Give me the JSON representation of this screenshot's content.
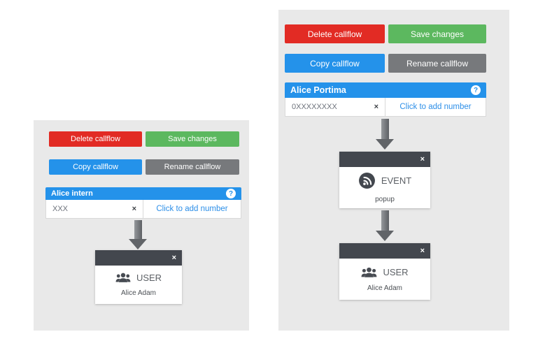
{
  "colors": {
    "button_red": "#e22b24",
    "button_green": "#5cb85f",
    "button_blue": "#2492ea",
    "button_gray": "#77797c",
    "titlebar_blue": "#2492ea",
    "node_header_dark": "#43474e",
    "panel_background": "#e9e9e9",
    "link_blue": "#2d8fe8"
  },
  "glyphs": {
    "help_icon": "?",
    "close_icon": "×",
    "remove_icon": "×"
  },
  "icon_names": {
    "user_node": "users-icon",
    "event_node": "rss-icon"
  },
  "left_panel": {
    "buttons": [
      {
        "label": "Delete callflow"
      },
      {
        "label": "Save changes"
      },
      {
        "label": "Copy callflow"
      },
      {
        "label": "Rename callflow"
      }
    ],
    "title": "Alice intern",
    "number": "XXX",
    "add_number_label": "Click to add number",
    "nodes": [
      {
        "type": "USER",
        "name": "Alice Adam"
      }
    ]
  },
  "right_panel": {
    "buttons": [
      {
        "label": "Delete callflow"
      },
      {
        "label": "Save changes"
      },
      {
        "label": "Copy callflow"
      },
      {
        "label": "Rename callflow"
      }
    ],
    "title": "Alice Portima",
    "number": "0XXXXXXXX",
    "add_number_label": "Click to add number",
    "nodes": [
      {
        "type": "EVENT",
        "name": "popup"
      },
      {
        "type": "USER",
        "name": "Alice Adam"
      }
    ]
  }
}
